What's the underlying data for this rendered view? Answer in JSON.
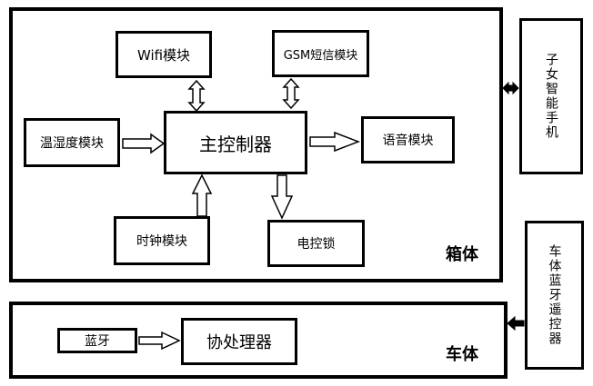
{
  "box_region": {
    "label": "箱体"
  },
  "car_region": {
    "label": "车体"
  },
  "modules": {
    "wifi": "Wifi模块",
    "gsm": "GSM短信模块",
    "temp_humidity": "温湿度模块",
    "main_controller": "主控制器",
    "voice": "语音模块",
    "clock": "时钟模块",
    "electric_lock": "电控锁",
    "bluetooth": "蓝牙",
    "coprocessor": "协处理器"
  },
  "external": {
    "phone": "子女智能手机",
    "remote": "车体蓝牙遥控器"
  }
}
